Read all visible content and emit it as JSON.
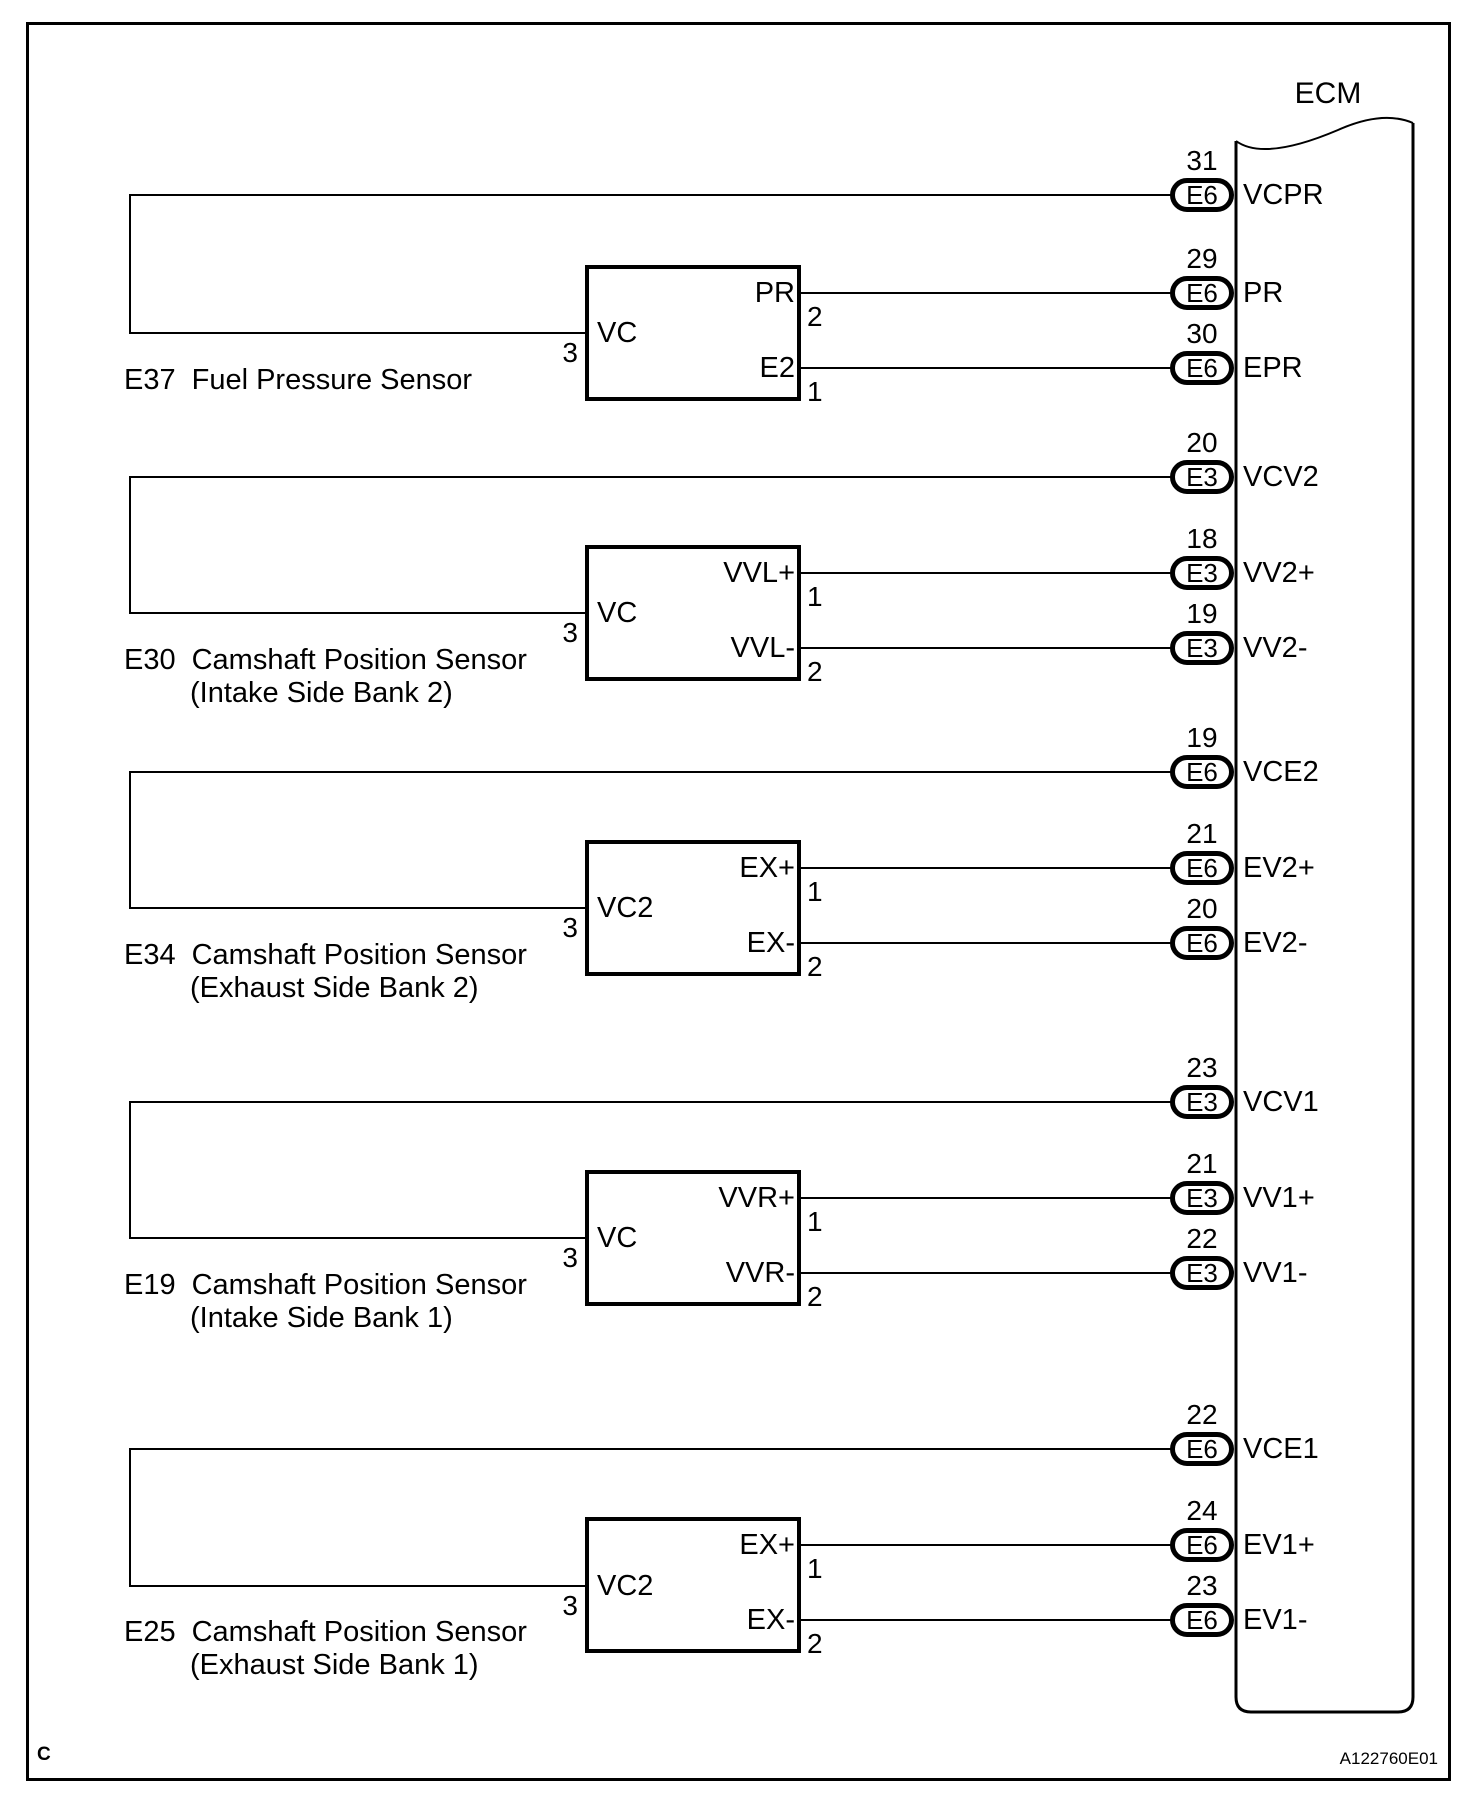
{
  "page": {
    "corner_mark": "C",
    "figure_id": "A122760E01"
  },
  "ecm": {
    "title": "ECM",
    "pins": [
      {
        "connector": "E6",
        "pin": "31",
        "signal": "VCPR"
      },
      {
        "connector": "E6",
        "pin": "29",
        "signal": "PR"
      },
      {
        "connector": "E6",
        "pin": "30",
        "signal": "EPR"
      },
      {
        "connector": "E3",
        "pin": "20",
        "signal": "VCV2"
      },
      {
        "connector": "E3",
        "pin": "18",
        "signal": "VV2+"
      },
      {
        "connector": "E3",
        "pin": "19",
        "signal": "VV2-"
      },
      {
        "connector": "E6",
        "pin": "19",
        "signal": "VCE2"
      },
      {
        "connector": "E6",
        "pin": "21",
        "signal": "EV2+"
      },
      {
        "connector": "E6",
        "pin": "20",
        "signal": "EV2-"
      },
      {
        "connector": "E3",
        "pin": "23",
        "signal": "VCV1"
      },
      {
        "connector": "E3",
        "pin": "21",
        "signal": "VV1+"
      },
      {
        "connector": "E3",
        "pin": "22",
        "signal": "VV1-"
      },
      {
        "connector": "E6",
        "pin": "22",
        "signal": "VCE1"
      },
      {
        "connector": "E6",
        "pin": "24",
        "signal": "EV1+"
      },
      {
        "connector": "E6",
        "pin": "23",
        "signal": "EV1-"
      }
    ]
  },
  "sensors": [
    {
      "code": "E37",
      "name": "Fuel Pressure Sensor",
      "name_line2": "",
      "terminal_vc": "VC",
      "terminal_out1": "PR",
      "terminal_out2": "E2",
      "pin_vc": "3",
      "pin_out1": "2",
      "pin_out2": "1"
    },
    {
      "code": "E30",
      "name": "Camshaft Position Sensor",
      "name_line2": "(Intake Side Bank 2)",
      "terminal_vc": "VC",
      "terminal_out1": "VVL+",
      "terminal_out2": "VVL-",
      "pin_vc": "3",
      "pin_out1": "1",
      "pin_out2": "2"
    },
    {
      "code": "E34",
      "name": "Camshaft Position Sensor",
      "name_line2": "(Exhaust Side Bank 2)",
      "terminal_vc": "VC2",
      "terminal_out1": "EX+",
      "terminal_out2": "EX-",
      "pin_vc": "3",
      "pin_out1": "1",
      "pin_out2": "2"
    },
    {
      "code": "E19",
      "name": "Camshaft Position Sensor",
      "name_line2": "(Intake Side Bank 1)",
      "terminal_vc": "VC",
      "terminal_out1": "VVR+",
      "terminal_out2": "VVR-",
      "pin_vc": "3",
      "pin_out1": "1",
      "pin_out2": "2"
    },
    {
      "code": "E25",
      "name": "Camshaft Position Sensor",
      "name_line2": "(Exhaust Side Bank 1)",
      "terminal_vc": "VC2",
      "terminal_out1": "EX+",
      "terminal_out2": "EX-",
      "pin_vc": "3",
      "pin_out1": "1",
      "pin_out2": "2"
    }
  ]
}
